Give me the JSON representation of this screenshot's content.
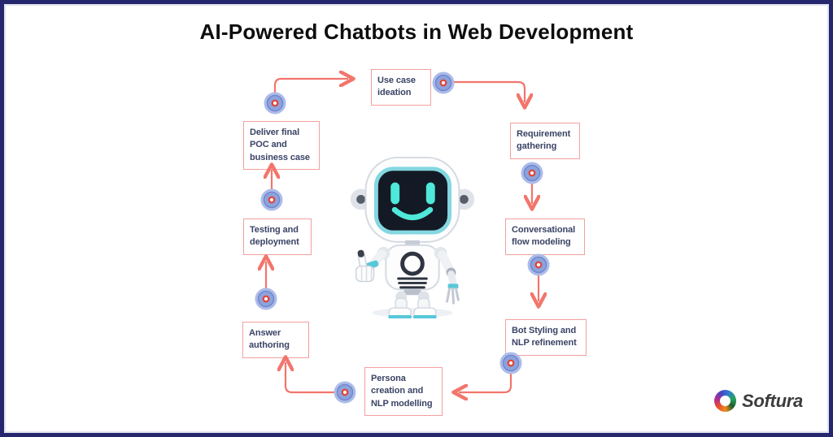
{
  "title": "AI-Powered Chatbots in Web Development",
  "diagram": {
    "type": "circular-flow",
    "steps": [
      {
        "id": "use-case",
        "label": "Use case ideation"
      },
      {
        "id": "requirement",
        "label": "Requirement gathering"
      },
      {
        "id": "conversational",
        "label": "Conversational flow modeling"
      },
      {
        "id": "bot-styling",
        "label": "Bot Styling and NLP refinement"
      },
      {
        "id": "persona",
        "label": "Persona creation and NLP modelling"
      },
      {
        "id": "answer",
        "label": "Answer authoring"
      },
      {
        "id": "testing",
        "label": "Testing and deployment"
      },
      {
        "id": "deliver",
        "label": "Deliver final POC and business case"
      }
    ],
    "center_image": "robot-mascot"
  },
  "branding": {
    "logo_text": "Softura"
  },
  "colors": {
    "frame_navy": "#24276E",
    "box_border_salmon": "#F2A09E",
    "box_text_navy": "#3A4365",
    "arrow_red": "#F2756C",
    "node_fill_periwinkle": "#8CA3DC",
    "node_halo": "#ACBCE9",
    "node_center_red": "#E04438",
    "robot_teal": "#4FE0D5",
    "background": "#FFFFFF"
  }
}
